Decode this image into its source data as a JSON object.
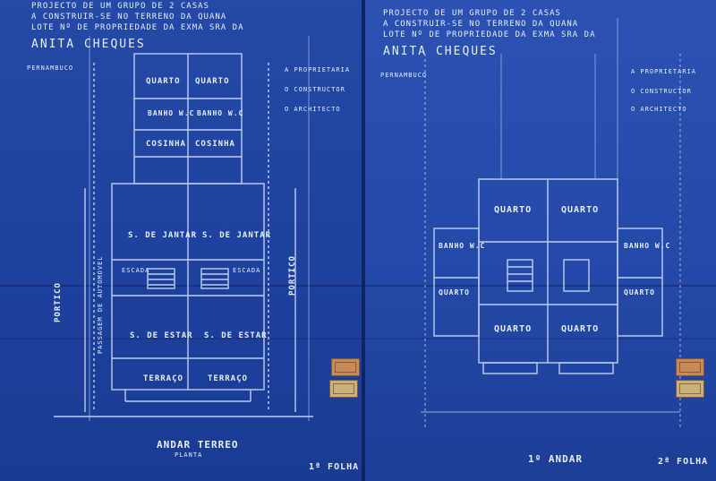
{
  "left_sheet": {
    "header_lines": [
      "PROJECTO DE UM GRUPO DE 2 CASAS",
      "A CONSTRUIR-SE NO TERRENO DA QUANA",
      "LOTE Nº  DE PROPRIEDADE DA EXMA SRA DA"
    ],
    "owner": "ANITA CHEQUES",
    "location": "PERNAMBUCO",
    "signatures": [
      "A PROPRIETARIA",
      "O CONSTRUCTOR",
      "O ARCHITECTO"
    ],
    "rooms": {
      "quarto_1": "QUARTO",
      "quarto_2": "QUARTO",
      "bano_1": "BANHO W.C",
      "bano_2": "BANHO W.C",
      "cozinha_1": "COSINHA",
      "cozinha_2": "COSINHA",
      "sala_jantar_1": "S. DE JANTAR",
      "sala_jantar_2": "S. DE JANTAR",
      "escada_1": "ESCADA",
      "escada_2": "ESCADA",
      "sala_estar_1": "S. DE ESTAR",
      "sala_estar_2": "S. DE ESTAR",
      "terraco_1": "TERRAÇO",
      "terraco_2": "TERRAÇO",
      "portico_left": "PORTICO",
      "portico_right": "PORTICO",
      "vertical_label": "PASSAGEM DE AUTOMOVEL"
    },
    "footer": "ANDAR TERREO",
    "footer_sub": "PLANTA",
    "corner": "1ª FOLHA"
  },
  "right_sheet": {
    "header_lines": [
      "PROJECTO DE UM GRUPO DE 2 CASAS",
      "A CONSTRUIR-SE NO TERRENO DA QUANA",
      "LOTE Nº  DE PROPRIEDADE DA EXMA SRA DA"
    ],
    "owner": "ANITA CHEQUES",
    "location": "PERNAMBUCO",
    "signatures": [
      "A PROPRIETARIA",
      "O CONSTRUCTOR",
      "O ARCHITECTO"
    ],
    "rooms": {
      "quarto_tl": "QUARTO",
      "quarto_tr": "QUARTO",
      "banho_l": "BANHO W.C",
      "banho_r": "BANHO W.C",
      "quarto_ml": "QUARTO",
      "quarto_mr": "QUARTO",
      "quarto_bl": "QUARTO",
      "quarto_br": "QUARTO"
    },
    "footer": "1º ANDAR",
    "corner": "2ª FOLHA"
  },
  "colors": {
    "paper": "#1f42a0",
    "ink": "#e6eefc",
    "stamp": "#c98a5a",
    "stamp2": "#c8b27a"
  }
}
